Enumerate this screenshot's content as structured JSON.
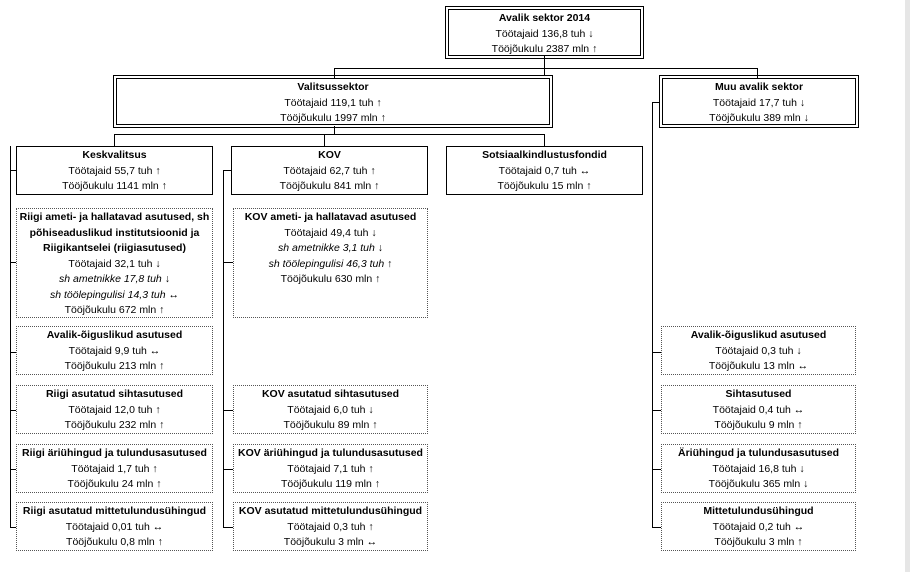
{
  "root": {
    "title": "Avalik sektor 2014",
    "l1": "Töötajaid 136,8 tuh ↓",
    "l2": "Tööjõukulu 2387 mln ↑"
  },
  "valitsus": {
    "title": "Valitsussektor",
    "l1": "Töötajaid 119,1 tuh ↑",
    "l2": "Tööjõukulu 1997 mln ↑"
  },
  "muu": {
    "title": "Muu avalik sektor",
    "l1": "Töötajaid 17,7 tuh ↓",
    "l2": "Tööjõukulu 389 mln ↓"
  },
  "kesk": {
    "title": "Keskvalitsus",
    "l1": "Töötajaid 55,7 tuh ↑",
    "l2": "Tööjõukulu 1141 mln ↑"
  },
  "kov": {
    "title": "KOV",
    "l1": "Töötajaid 62,7 tuh ↑",
    "l2": "Tööjõukulu 841 mln ↑"
  },
  "sots": {
    "title": "Sotsiaalkindlustusfondid",
    "l1": "Töötajaid 0,7 tuh ↔",
    "l2": "Tööjõukulu 15 mln ↑"
  },
  "riigi": {
    "t1": "Riigi ameti- ja hallatavad asutused, sh",
    "t2": "põhiseaduslikud institutsioonid ja",
    "t3": "Riigikantselei (riigiasutused)",
    "l1": "Töötajaid 32,1 tuh ↓",
    "l2": "sh ametnikke 17,8 tuh ↓",
    "l3": "sh töölepingulisi 14,3 tuh ↔",
    "l4": "Tööjõukulu 672 mln ↑"
  },
  "kovamet": {
    "title": "KOV ameti- ja hallatavad asutused",
    "l1": "Töötajaid 49,4 tuh ↓",
    "l2": "sh ametnikke 3,1 tuh ↓",
    "l3": "sh töölepingulisi 46,3 tuh ↑",
    "l4": "Tööjõukulu 630 mln ↑"
  },
  "avo1": {
    "title": "Avalik-õiguslikud asutused",
    "l1": "Töötajaid 9,9 tuh ↔",
    "l2": "Tööjõukulu 213 mln ↑"
  },
  "rsiht": {
    "title": "Riigi asutatud sihtasutused",
    "l1": "Töötajaid 12,0 tuh ↑",
    "l2": "Tööjõukulu 232 mln ↑"
  },
  "rari": {
    "title": "Riigi äriühingud ja tulundusasutused",
    "l1": "Töötajaid 1,7 tuh ↑",
    "l2": "Tööjõukulu 24 mln ↑"
  },
  "rmtu": {
    "title": "Riigi asutatud mittetulundusühingud",
    "l1": "Töötajaid 0,01 tuh ↔",
    "l2": "Tööjõukulu 0,8 mln ↑"
  },
  "kovsiht": {
    "title": "KOV asutatud sihtasutused",
    "l1": "Töötajaid 6,0 tuh ↓",
    "l2": "Tööjõukulu 89 mln ↑"
  },
  "kovari": {
    "title": "KOV äriühingud ja tulundusasutused",
    "l1": "Töötajaid 7,1 tuh ↑",
    "l2": "Tööjõukulu 119 mln ↑"
  },
  "kovmtu": {
    "title": "KOV asutatud mittetulundusühingud",
    "l1": "Töötajaid 0,3 tuh ↑",
    "l2": "Tööjõukulu 3 mln ↔"
  },
  "avo2": {
    "title": "Avalik-õiguslikud asutused",
    "l1": "Töötajaid 0,3 tuh ↓",
    "l2": "Tööjõukulu 13 mln ↔"
  },
  "msiht": {
    "title": "Sihtasutused",
    "l1": "Töötajaid 0,4 tuh ↔",
    "l2": "Tööjõukulu 9 mln ↑"
  },
  "mari": {
    "title": "Äriühingud ja tulundusasutused",
    "l1": "Töötajaid 16,8 tuh ↓",
    "l2": "Tööjõukulu 365 mln ↓"
  },
  "mmtu": {
    "title": "Mittetulundusühingud",
    "l1": "Töötajaid 0,2 tuh ↔",
    "l2": "Tööjõukulu 3 mln ↑"
  }
}
